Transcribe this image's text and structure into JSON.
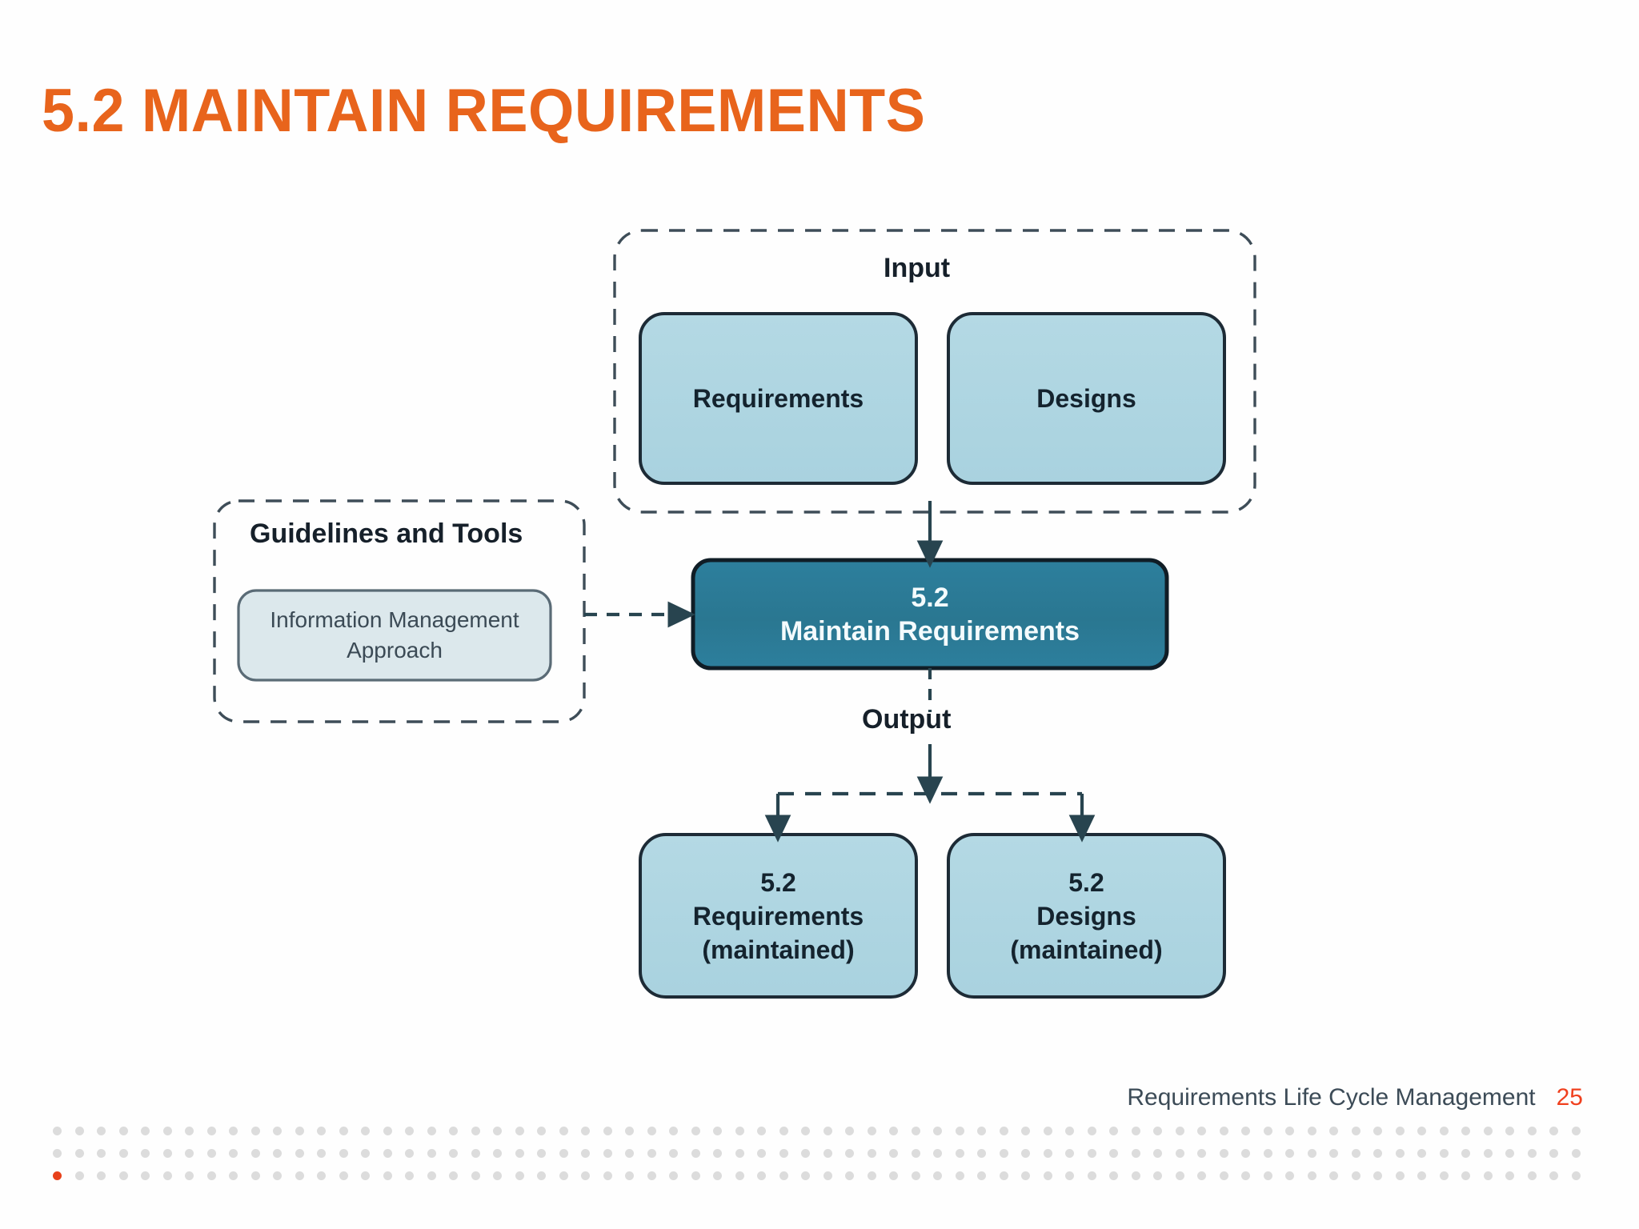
{
  "slide": {
    "title": "5.2 MAINTAIN REQUIREMENTS",
    "title_color": "#E8641C",
    "background": "#FFFFFF"
  },
  "diagram": {
    "type": "input-output-flow",
    "groups": [
      {
        "id": "input-group",
        "label": "Input",
        "border": "dashed",
        "items": [
          {
            "id": "input-requirements",
            "lines": [
              "Requirements"
            ]
          },
          {
            "id": "input-designs",
            "lines": [
              "Designs"
            ]
          }
        ]
      },
      {
        "id": "guidelines-group",
        "label": "Guidelines and Tools",
        "border": "dashed",
        "items": [
          {
            "id": "information-management-approach",
            "lines": [
              "Information Management",
              "Approach"
            ]
          }
        ]
      }
    ],
    "task": {
      "id": "maintain-requirements-task",
      "number": "5.2",
      "name": "Maintain Requirements",
      "fill": "#2E7E9A",
      "text_color": "#FFFFFF"
    },
    "output": {
      "label": "Output",
      "items": [
        {
          "id": "output-requirements-maintained",
          "lines": [
            "5.2",
            "Requirements",
            "(maintained)"
          ]
        },
        {
          "id": "output-designs-maintained",
          "lines": [
            "5.2",
            "Designs",
            "(maintained)"
          ]
        }
      ]
    },
    "colors": {
      "node_fill": "#AFD6E2",
      "node_stroke": "#1D2B36",
      "guideline_fill": "#DCE8EC",
      "group_border": "#3E4D58",
      "arrow": "#28444F"
    }
  },
  "footer": {
    "text": "Requirements Life Cycle Management",
    "page": "25",
    "page_color": "#F0401E"
  },
  "dot_band": {
    "rows": 3,
    "columns": 70,
    "dot_color": "#DCDCDC",
    "accent_color": "#E8411A",
    "accent_position": {
      "row": 3,
      "column": 1
    }
  }
}
